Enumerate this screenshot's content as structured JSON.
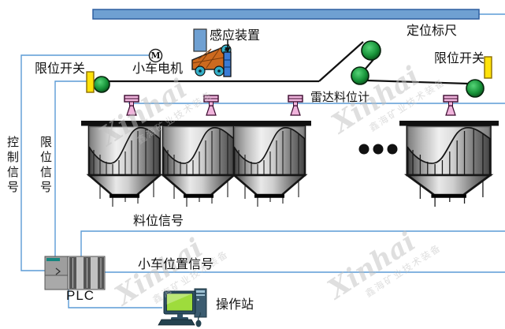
{
  "diagram": {
    "labels": {
      "sensor_device": "感应装置",
      "positioning_ruler": "定位标尺",
      "limit_switch_left": "限位开关",
      "limit_switch_right": "限位开关",
      "trolley_motor": "小车电机",
      "motor_symbol": "M",
      "radar_level_gauge": "雷达料位计",
      "control_signal": "控制信号",
      "limit_signal": "限位信号",
      "level_signal": "料位信号",
      "trolley_position_signal": "小车位置信号",
      "plc": "PLC",
      "operator_station": "操作站"
    },
    "watermark": {
      "brand": "Xinhai",
      "subtitle": "鑫海矿业技术装备"
    },
    "colors": {
      "signal_line": "#5b9bd5",
      "ruler_fill": "#6fa0d2",
      "sensor_fill": "#6fa0d2",
      "switch_yellow": "#ffe20a",
      "gauge_pink": "#f0b4dc",
      "trolley_orange": "#cd6a1f",
      "wheel_teal": "#35b0c8",
      "trolley_bar_blue": "#3a7bd5",
      "screen_green": "#9edc3c"
    },
    "silos": {
      "count_visible": 4,
      "ellipsis_between": true
    }
  }
}
